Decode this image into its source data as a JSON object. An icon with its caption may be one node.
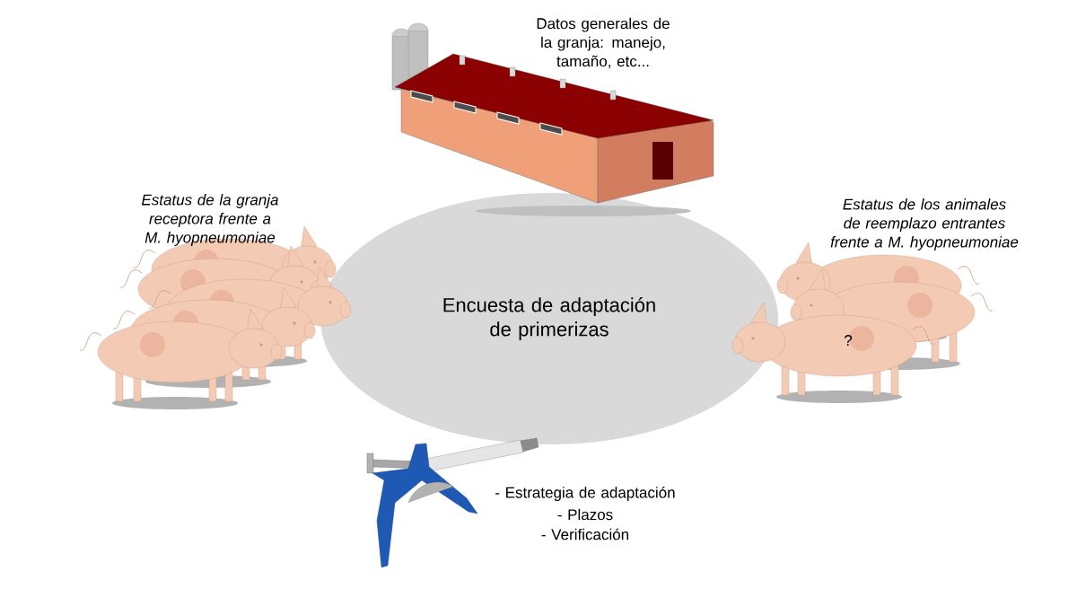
{
  "diagram": {
    "nodes": [
      {
        "text": [
          "Encuesta de adaptación de primerizas"
        ]
      }
    ],
    "labels": [
      "Datos generales de la granja: manejo, tamaño, etc...",
      "Estatus de la granja receptora frente a M. hyopneumoniae",
      "Estatus de los animales de reemplazo entrantes frente a M. hyopneumoniae",
      "?",
      "- Estrategia de adaptación",
      "- Plazos",
      "- Verificación"
    ]
  }
}
